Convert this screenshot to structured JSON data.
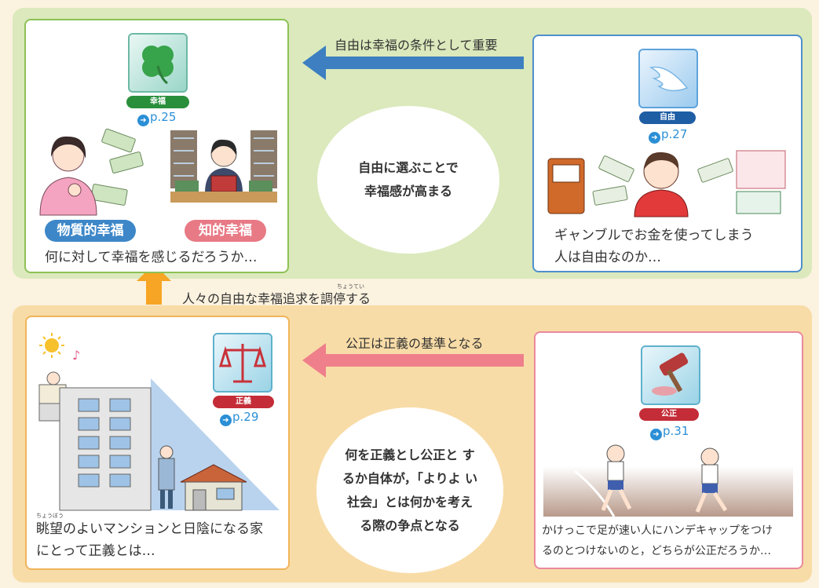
{
  "happiness": {
    "badge": "幸福",
    "page_ref": "p.25",
    "tag_material": "物質的幸福",
    "tag_intellectual": "知的幸福",
    "caption": "何に対して幸福を感じるだろうか…"
  },
  "freedom": {
    "badge": "自由",
    "page_ref": "p.27",
    "caption_line1": "ギャンブルでお金を使ってしまう",
    "caption_line2": "人は自由なのか…"
  },
  "justice": {
    "badge": "正義",
    "page_ref": "p.29",
    "ruby": "ちょうぼう",
    "caption_line1": "眺望のよいマンションと日陰になる家",
    "caption_line2": "にとって正義とは…"
  },
  "fairness": {
    "badge": "公正",
    "page_ref": "p.31",
    "caption_line1": "かけっこで足が速い人にハンデキャップをつけ",
    "caption_line2": "るのとつけないのと，どちらが公正だろうか…"
  },
  "connectors": {
    "freedom_to_happiness": "自由は幸福の条件として重要",
    "justice_to_happiness": "人々の自由な幸福追求を調停する",
    "justice_ruby": "ちょうてい",
    "fairness_to_justice": "公正は正義の基準となる"
  },
  "bubbles": {
    "top": "自由に選ぶことで 幸福感が高まる",
    "bottom": "何を正義とし公正と するか自体が，「よりよ い社会」とは何かを考え る際の争点となる"
  },
  "colors": {
    "green_band": "#dbe9bc",
    "orange_band": "#f8dca7",
    "blue_arrow": "#3d7fc1",
    "pink_arrow": "#ee7f8b",
    "orange_arrow": "#f6a524"
  },
  "icons": [
    "clover-icon",
    "wing-icon",
    "scales-icon",
    "gavel-icon"
  ]
}
